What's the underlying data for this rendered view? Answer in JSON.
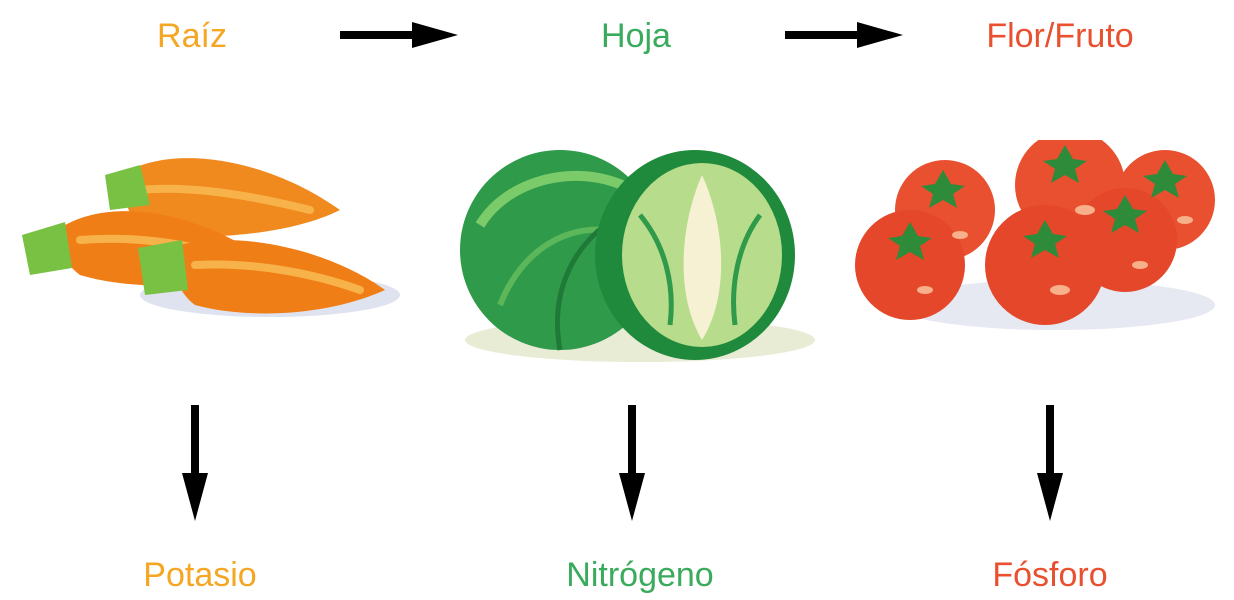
{
  "colors": {
    "root": "#F5A623",
    "leaf": "#3AAA5C",
    "flower": "#E8502F",
    "arrow": "#000000"
  },
  "stages": [
    {
      "label": "Raíz",
      "nutrient": "Potasio",
      "illustration": "carrots"
    },
    {
      "label": "Hoja",
      "nutrient": "Nitrógeno",
      "illustration": "cabbage"
    },
    {
      "label": "Flor/Fruto",
      "nutrient": "Fósforo",
      "illustration": "tomatoes"
    }
  ]
}
